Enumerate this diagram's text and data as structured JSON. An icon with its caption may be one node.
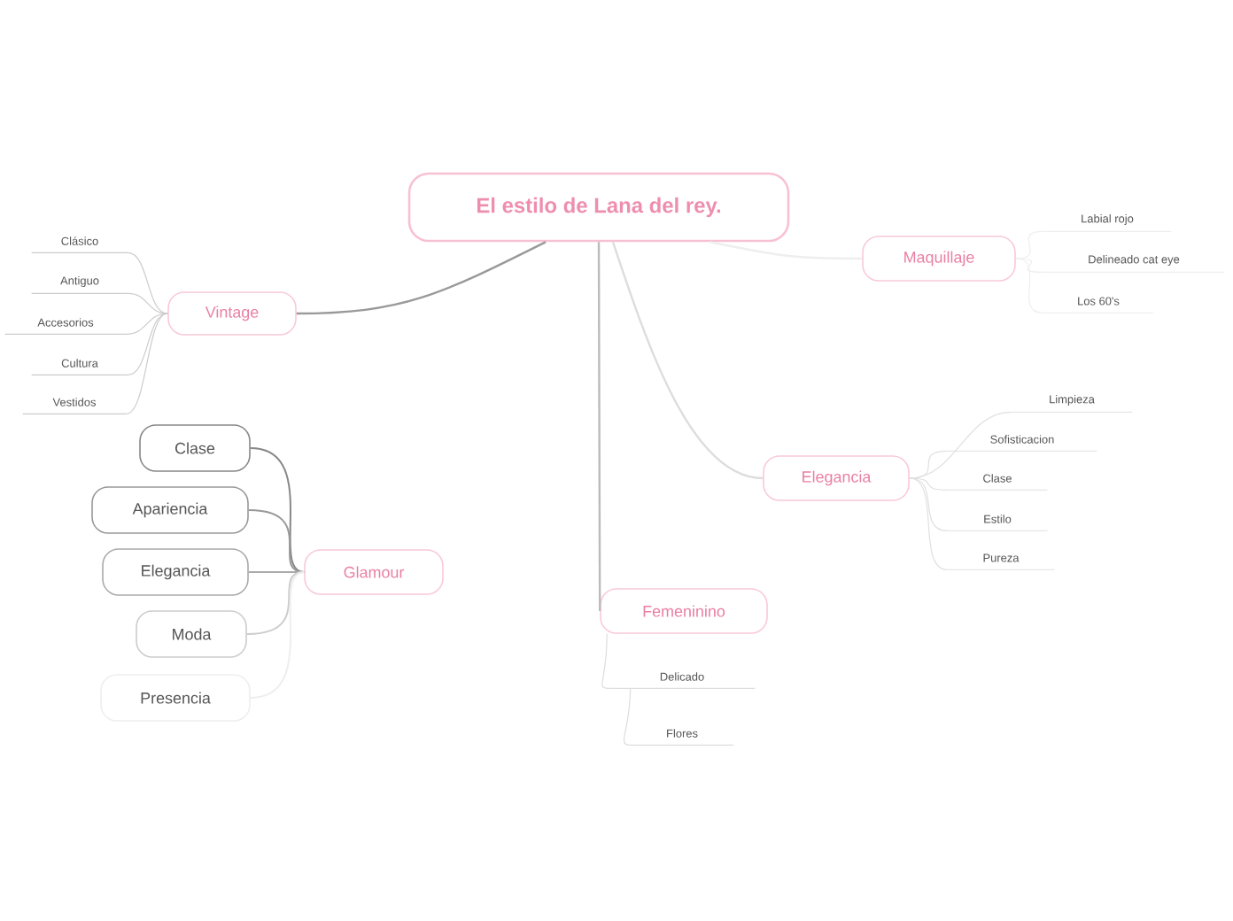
{
  "diagram": {
    "nodes": [
      {
        "text": [
          "El estilo de Lana del rey."
        ]
      },
      {
        "text": [
          "Vintage"
        ]
      },
      {
        "text": [
          "Clásico"
        ]
      },
      {
        "text": [
          "Antiguo"
        ]
      },
      {
        "text": [
          "Accesorios"
        ]
      },
      {
        "text": [
          "Cultura"
        ]
      },
      {
        "text": [
          "Vestidos"
        ]
      },
      {
        "text": [
          "Glamour"
        ]
      },
      {
        "text": [
          "Clase"
        ]
      },
      {
        "text": [
          "Apariencia"
        ]
      },
      {
        "text": [
          "Elegancia"
        ]
      },
      {
        "text": [
          "Moda"
        ]
      },
      {
        "text": [
          "Presencia"
        ]
      },
      {
        "text": [
          "Maquillaje"
        ]
      },
      {
        "text": [
          "Labial rojo"
        ]
      },
      {
        "text": [
          "Delineado cat eye"
        ]
      },
      {
        "text": [
          "Los 60's"
        ]
      },
      {
        "text": [
          "Elegancia"
        ]
      },
      {
        "text": [
          "Limpieza"
        ]
      },
      {
        "text": [
          "Sofisticacion"
        ]
      },
      {
        "text": [
          "Clase"
        ]
      },
      {
        "text": [
          "Estilo"
        ]
      },
      {
        "text": [
          "Pureza"
        ]
      },
      {
        "text": [
          "Femeninino"
        ]
      },
      {
        "text": [
          "Delicado"
        ]
      },
      {
        "text": [
          "Flores"
        ]
      }
    ],
    "edges": [
      {
        "from": 0,
        "to": 1,
        "arrow": "none",
        "color": "#999999"
      },
      {
        "from": 1,
        "to": 2,
        "arrow": "none",
        "color": "#cccccc"
      },
      {
        "from": 1,
        "to": 3,
        "arrow": "none",
        "color": "#cccccc"
      },
      {
        "from": 1,
        "to": 4,
        "arrow": "none",
        "color": "#cccccc"
      },
      {
        "from": 1,
        "to": 5,
        "arrow": "none",
        "color": "#cccccc"
      },
      {
        "from": 1,
        "to": 6,
        "arrow": "none",
        "color": "#cccccc"
      },
      {
        "from": 7,
        "to": 8,
        "arrow": "none",
        "color": "#888888"
      },
      {
        "from": 7,
        "to": 9,
        "arrow": "none",
        "color": "#999999"
      },
      {
        "from": 7,
        "to": 10,
        "arrow": "none",
        "color": "#aaaaaa"
      },
      {
        "from": 7,
        "to": 11,
        "arrow": "none",
        "color": "#cccccc"
      },
      {
        "from": 7,
        "to": 12,
        "arrow": "none",
        "color": "#eeeeee"
      },
      {
        "from": 0,
        "to": 13,
        "arrow": "none",
        "color": "#eeeeee"
      },
      {
        "from": 13,
        "to": 14,
        "arrow": "none",
        "color": "#eeeeee"
      },
      {
        "from": 13,
        "to": 15,
        "arrow": "none",
        "color": "#eeeeee"
      },
      {
        "from": 13,
        "to": 16,
        "arrow": "none",
        "color": "#eeeeee"
      },
      {
        "from": 0,
        "to": 17,
        "arrow": "none",
        "color": "#dddddd"
      },
      {
        "from": 17,
        "to": 18,
        "arrow": "none",
        "color": "#e0e0e0"
      },
      {
        "from": 17,
        "to": 19,
        "arrow": "none",
        "color": "#e0e0e0"
      },
      {
        "from": 17,
        "to": 20,
        "arrow": "none",
        "color": "#e0e0e0"
      },
      {
        "from": 17,
        "to": 21,
        "arrow": "none",
        "color": "#e0e0e0"
      },
      {
        "from": 17,
        "to": 22,
        "arrow": "none",
        "color": "#e0e0e0"
      },
      {
        "from": 0,
        "to": 23,
        "arrow": "none",
        "color": "#bbbbbb"
      },
      {
        "from": 23,
        "to": 24,
        "arrow": "none",
        "color": "#dddddd"
      },
      {
        "from": 24,
        "to": 25,
        "arrow": "none",
        "color": "#dddddd"
      }
    ]
  }
}
